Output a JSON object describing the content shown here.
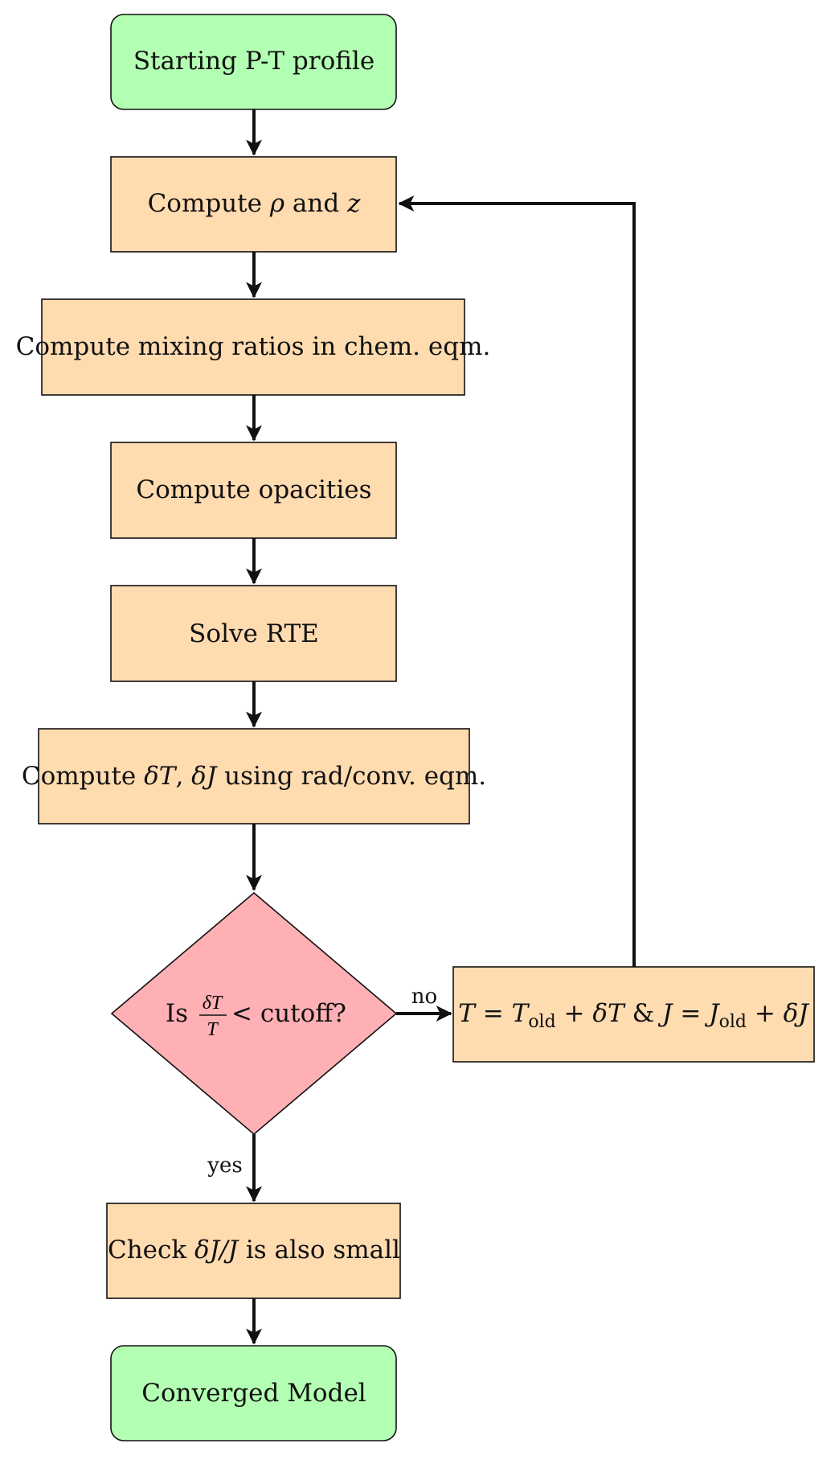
{
  "colors": {
    "terminal": "#b3ffb3",
    "process": "#ffdbb0",
    "decision": "#ffb0b5",
    "stroke": "#111111"
  },
  "nodes": {
    "start": {
      "label": "Starting P-T profile"
    },
    "compute_rho_z": {
      "pre": "Compute ",
      "sym1": "ρ",
      "mid": " and ",
      "sym2": "z"
    },
    "mixing": {
      "label": "Compute mixing ratios in chem. eqm."
    },
    "opacities": {
      "label": "Compute opacities"
    },
    "solve_rte": {
      "label": "Solve RTE"
    },
    "compute_dt_dj": {
      "pre": "Compute ",
      "sym1": "δT",
      "sep": ", ",
      "sym2": "δJ",
      "post": " using rad/conv. eqm."
    },
    "decision": {
      "pre": "Is ",
      "num": "δT",
      "den": "T",
      "post": " < cutoff?"
    },
    "update": {
      "t": "T",
      "eq1": " = ",
      "told": "T",
      "old_sub": "old",
      "plus1": " + ",
      "dt": "δT",
      "amp": " & ",
      "j": "J",
      "eq2": " = ",
      "jold": "J",
      "old_sub2": "old",
      "plus2": " + ",
      "dj": "δJ"
    },
    "check": {
      "pre": "Check ",
      "sym": "δJ/J",
      "post": " is also small"
    },
    "end": {
      "label": "Converged Model"
    }
  },
  "edges": {
    "no_label": "no",
    "yes_label": "yes"
  }
}
